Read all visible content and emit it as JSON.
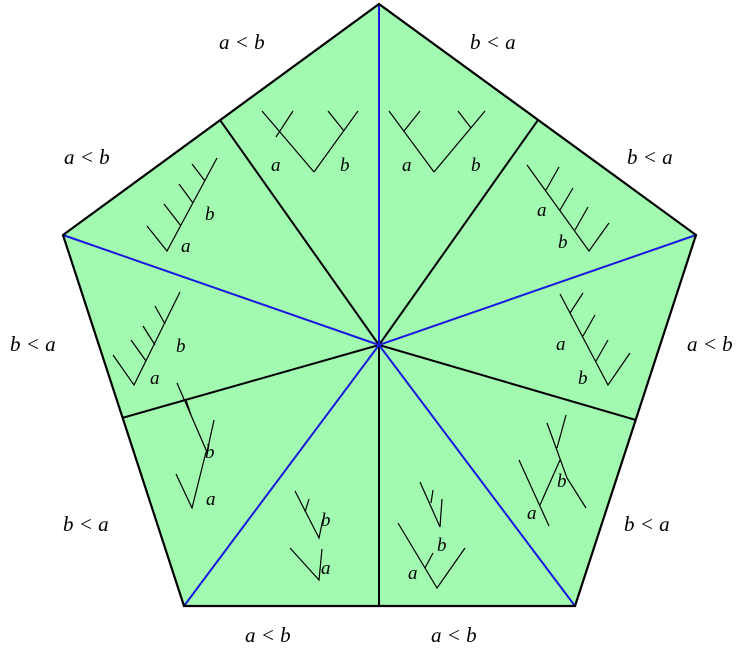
{
  "edge_labels": {
    "top_left": "a < b",
    "top_right": "b < a",
    "upper_left": "a < b",
    "upper_right": "b < a",
    "mid_left": "b < a",
    "mid_right": "a < b",
    "lower_left": "b < a",
    "lower_right": "b < a",
    "bottom_left": "a < b",
    "bottom_right": "a < b"
  },
  "trees": [
    {
      "id": "top-left",
      "a": "a",
      "b": "b"
    },
    {
      "id": "top-right",
      "a": "a",
      "b": "b"
    },
    {
      "id": "upper-left",
      "a": "a",
      "b": "b"
    },
    {
      "id": "upper-right",
      "a": "a",
      "b": "b"
    },
    {
      "id": "mid-left",
      "a": "a",
      "b": "b"
    },
    {
      "id": "mid-right",
      "a": "a",
      "b": "b"
    },
    {
      "id": "lower-left",
      "a": "a",
      "b": "b"
    },
    {
      "id": "lower-right",
      "a": "a",
      "b": "b"
    },
    {
      "id": "bottom-left",
      "a": "a",
      "b": "b"
    },
    {
      "id": "bottom-right",
      "a": "a",
      "b": "b"
    }
  ],
  "colors": {
    "face": "#a2f9b0",
    "black_edges": "#000000",
    "blue_edges": "#1a1adf"
  }
}
